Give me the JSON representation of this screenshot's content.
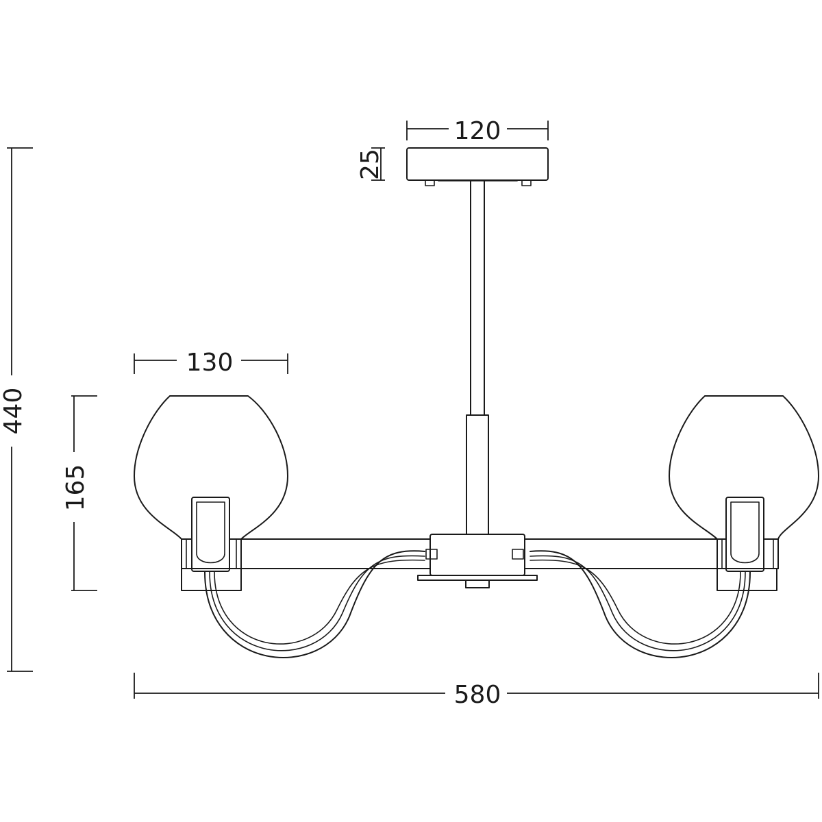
{
  "dimensions": {
    "overall_width": "580",
    "overall_height": "440",
    "canopy_width": "120",
    "canopy_height": "25",
    "shade_width": "130",
    "shade_height": "165"
  },
  "colors": {
    "line": "#1a1a1a",
    "background": "#ffffff"
  }
}
